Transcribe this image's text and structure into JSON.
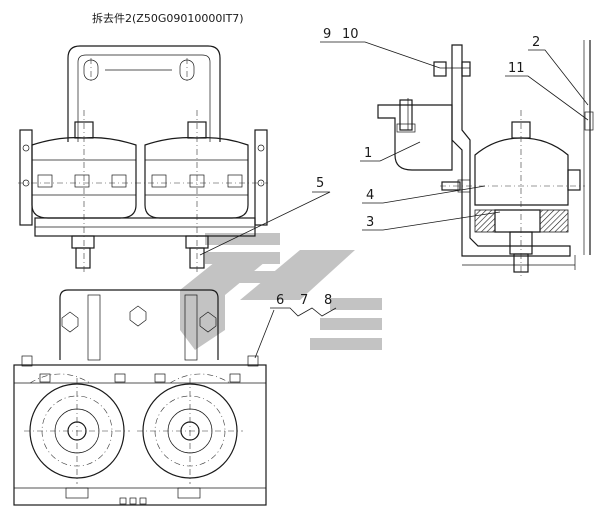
{
  "title": "拆去件2(Z50G09010000IT7)",
  "callouts": {
    "c1": "1",
    "c2": "2",
    "c3": "3",
    "c4": "4",
    "c5": "5",
    "c6": "6",
    "c7": "7",
    "c8": "8",
    "c9": "9",
    "c10": "10",
    "c11": "11"
  },
  "colors": {
    "line": "#1a1a1a",
    "watermark": "#b9b9b9"
  }
}
